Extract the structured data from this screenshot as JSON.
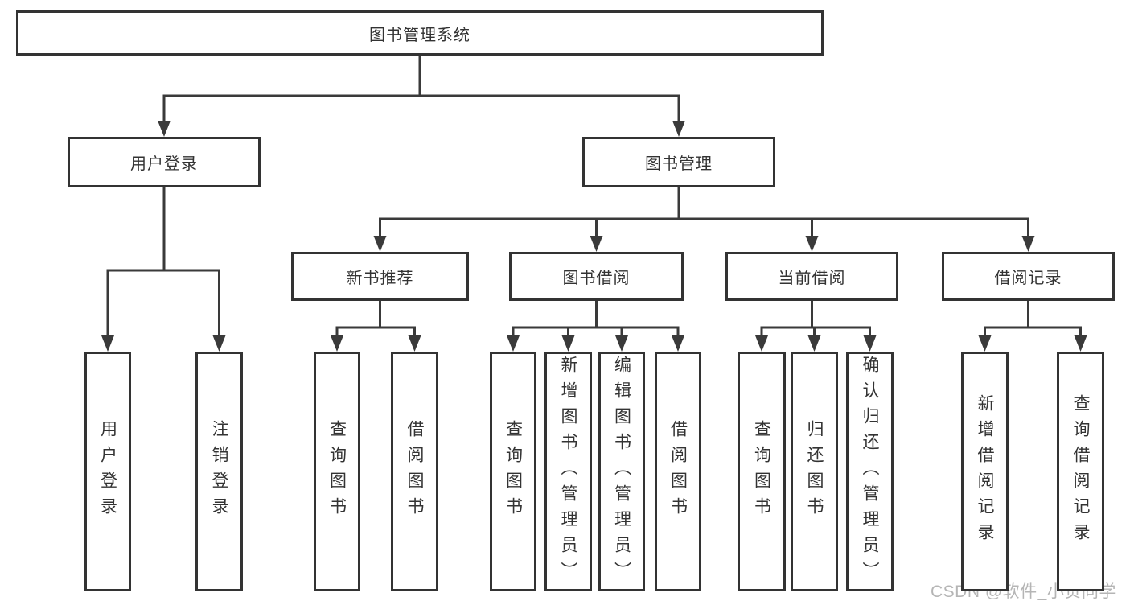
{
  "colors": {
    "line": "#3a3a3a",
    "box_border": "#333333",
    "box_fill": "#ffffff",
    "text": "#333333",
    "watermark": "#b5b5b5",
    "background": "#ffffff"
  },
  "watermark": {
    "text": "CSDN @软件_小贺同学"
  },
  "diagram": {
    "type": "hierarchy",
    "title": "图书管理系统",
    "tree": {
      "id": "library-system",
      "label": "图书管理系统",
      "children": [
        {
          "id": "user-login",
          "label": "用户登录",
          "children": [
            {
              "id": "user-login-leaf",
              "label": "用户登录"
            },
            {
              "id": "logout",
              "label": "注销登录"
            }
          ]
        },
        {
          "id": "book-management",
          "label": "图书管理",
          "children": [
            {
              "id": "new-book-recommend",
              "label": "新书推荐",
              "children": [
                {
                  "id": "nbr-query-books",
                  "label": "查询图书"
                },
                {
                  "id": "nbr-borrow-books",
                  "label": "借阅图书"
                }
              ]
            },
            {
              "id": "book-borrowing",
              "label": "图书借阅",
              "children": [
                {
                  "id": "bb-query-books",
                  "label": "查询图书"
                },
                {
                  "id": "bb-add-books-admin",
                  "label": "新增图书（管理员）"
                },
                {
                  "id": "bb-edit-books-admin",
                  "label": "编辑图书（管理员）"
                },
                {
                  "id": "bb-borrow-books",
                  "label": "借阅图书"
                }
              ]
            },
            {
              "id": "current-borrowing",
              "label": "当前借阅",
              "children": [
                {
                  "id": "cb-query-books",
                  "label": "查询图书"
                },
                {
                  "id": "cb-return-books",
                  "label": "归还图书"
                },
                {
                  "id": "cb-confirm-return-admin",
                  "label": "确认归还（管理员）"
                }
              ]
            },
            {
              "id": "borrow-records",
              "label": "借阅记录",
              "children": [
                {
                  "id": "br-add-record",
                  "label": "新增借阅记录"
                },
                {
                  "id": "br-query-record",
                  "label": "查询借阅记录"
                }
              ]
            }
          ]
        }
      ]
    }
  }
}
